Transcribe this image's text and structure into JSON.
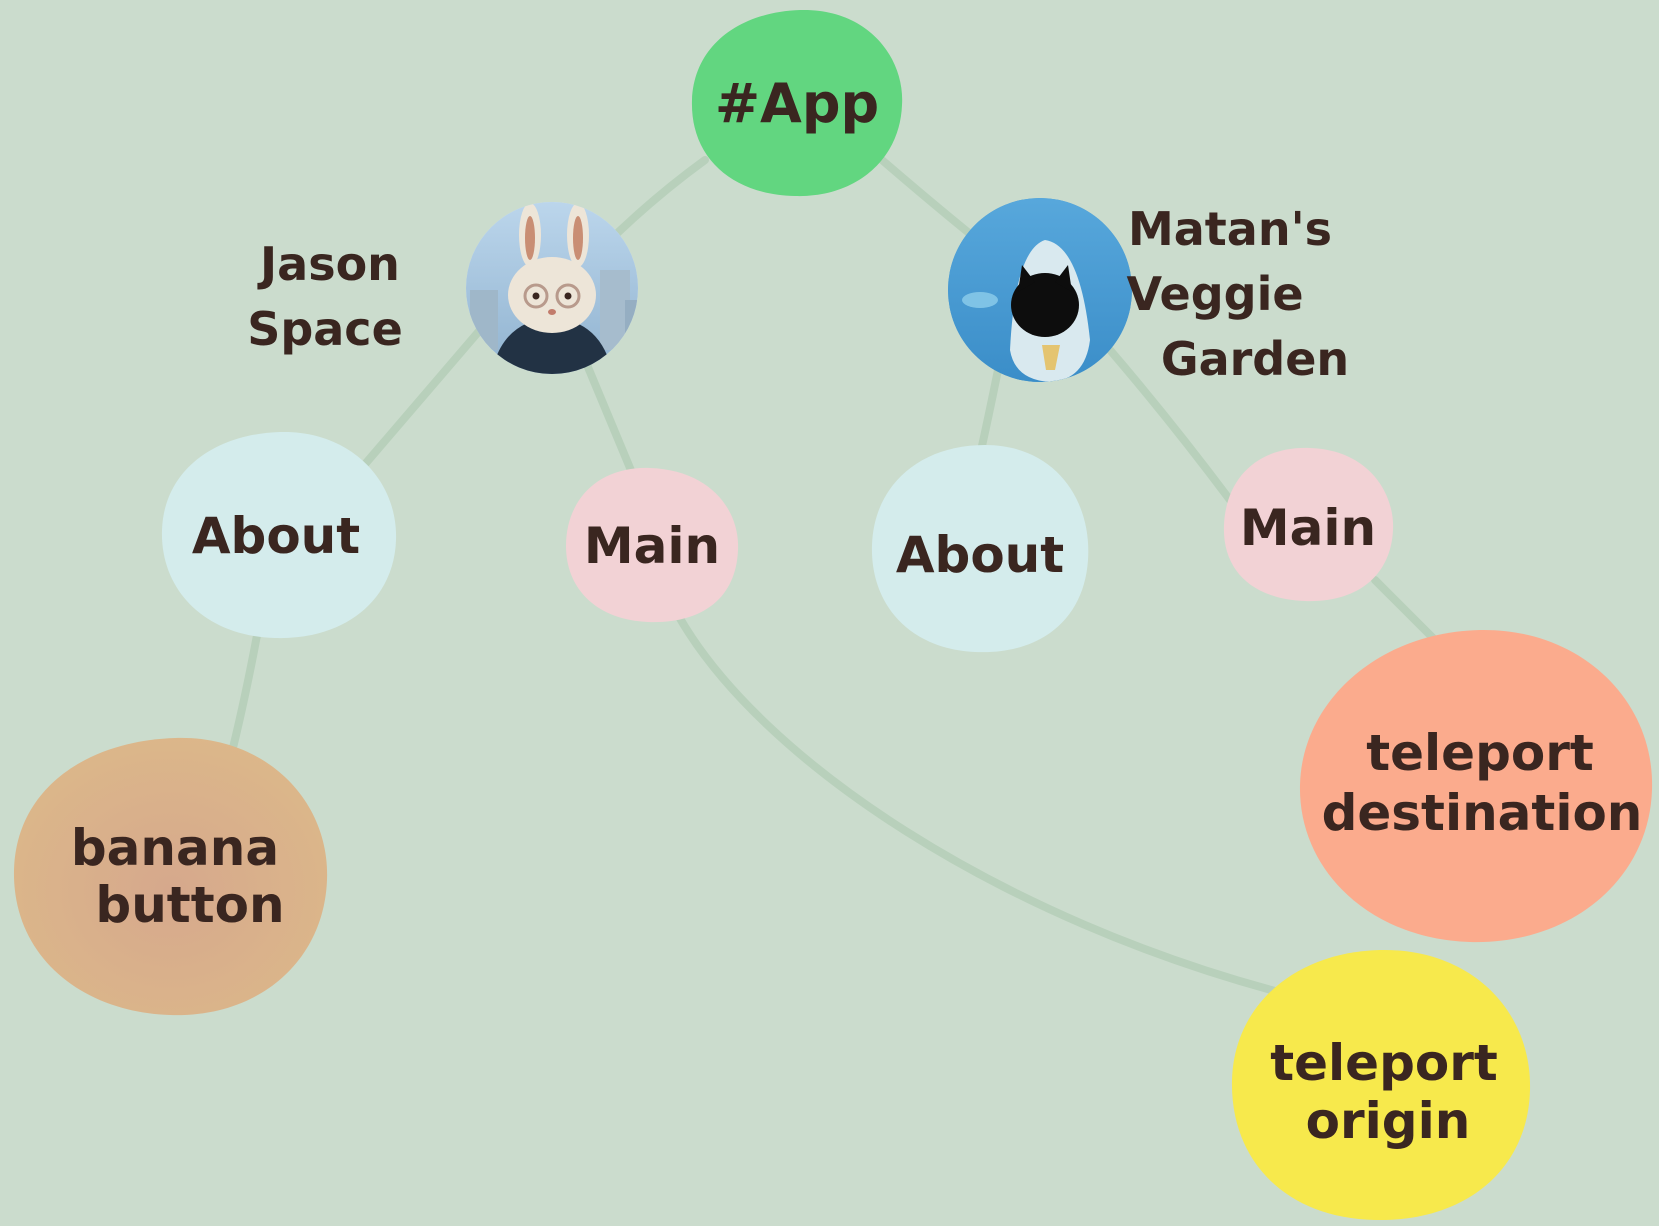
{
  "nodes": {
    "app": {
      "label": "#App",
      "color": "#62d680"
    },
    "jason_space": {
      "label_line1": "Jason",
      "label_line2": "Space",
      "avatar": "bunny-avatar"
    },
    "matans_garden": {
      "label_line1": "Matan's",
      "label_line2": "Veggie",
      "label_line3": "Garden",
      "avatar": "cat-avatar"
    },
    "jason_about": {
      "label": "About",
      "color": "#d4ecec"
    },
    "jason_main": {
      "label": "Main",
      "color": "#f2d2d5"
    },
    "matan_about": {
      "label": "About",
      "color": "#d4ecec"
    },
    "matan_main": {
      "label": "Main",
      "color": "#f2d2d5"
    },
    "banana_button": {
      "label_line1": "banana",
      "label_line2": "button",
      "color": "#d9ae88"
    },
    "teleport_destination": {
      "label_line1": "teleport",
      "label_line2": "destination",
      "color": "#fbab8d"
    },
    "teleport_origin": {
      "label_line1": "teleport",
      "label_line2": "origin",
      "color": "#f7e94c"
    }
  },
  "colors": {
    "background": "#cbdccd",
    "edge": "#b8d0bb",
    "text": "#3a2620"
  }
}
